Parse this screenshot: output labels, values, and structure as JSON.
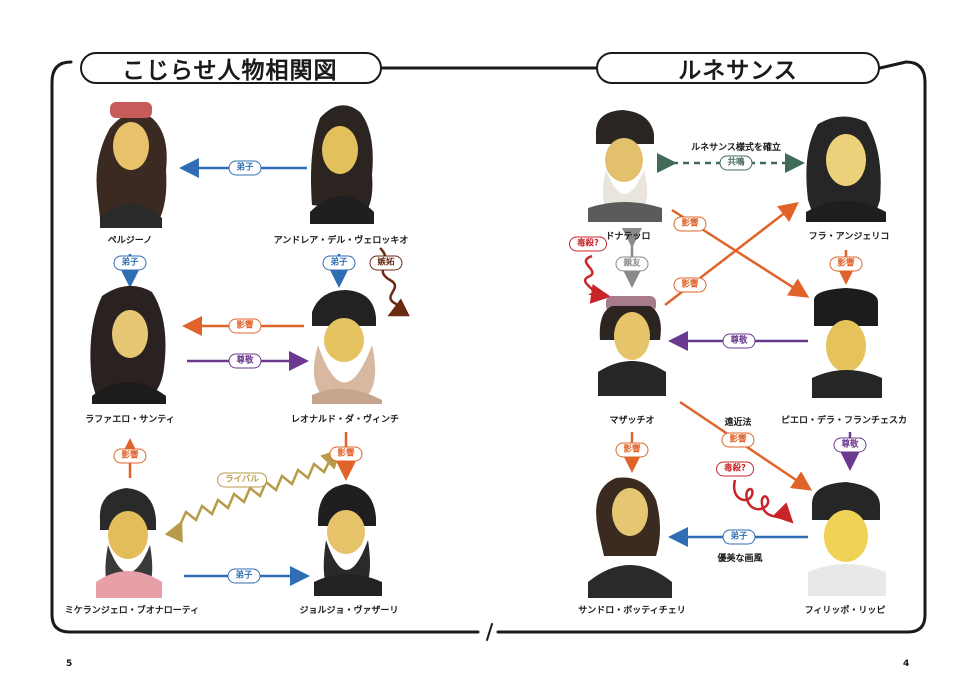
{
  "header": {
    "left_title": "こじらせ人物相関図",
    "right_title": "ルネサンス"
  },
  "people": {
    "perugino": "ペルジーノ",
    "verrocchio": "アンドレア・デル・ヴェロッキオ",
    "raphael": "ラファエロ・サンティ",
    "leonardo": "レオナルド・ダ・ヴィンチ",
    "michelangelo": "ミケランジェロ・ブオナローティ",
    "vasari": "ジョルジョ・ヴァザーリ",
    "donatello": "ドナテッロ",
    "angelico": "フラ・アンジェリコ",
    "masaccio": "マザッチオ",
    "piero": "ピエロ・デラ・フランチェスカ",
    "botticelli": "サンドロ・ボッティチェリ",
    "lippi": "フィリッポ・リッピ"
  },
  "relations": {
    "verrocchio_perugino": "弟子",
    "perugino_raphael": "弟子",
    "verrocchio_leonardo": "弟子",
    "verrocchio_leonardo_jealousy": "嫉妬",
    "leonardo_raphael_influence": "影響",
    "raphael_leonardo_respect": "尊敬",
    "michelangelo_raphael": "影響",
    "leonardo_vasari": "影響",
    "rival": "ライバル",
    "michelangelo_vasari": "弟子",
    "donatello_angelico_sympathy": "共鳴",
    "donatello_angelico_note": "ルネサンス様式を確立",
    "donatello_piero": "影響",
    "masaccio_angelico": "影響",
    "angelico_piero": "影響",
    "poison_1": "毒殺?",
    "friends": "親友",
    "piero_masaccio": "尊敬",
    "perspective_note": "遠近法",
    "masaccio_lippi": "影響",
    "masaccio_botticelli": "影響",
    "piero_lippi": "尊敬",
    "poison_2": "毒殺?",
    "lippi_botticelli": "弟子",
    "lippi_botticelli_note": "優美な画風"
  },
  "page_numbers": {
    "left": "5",
    "right": "4"
  },
  "colors": {
    "blue": "#2f6db5",
    "orange": "#e0642a",
    "purple": "#6b3a8e",
    "green": "#3f6b57",
    "gray": "#8a8a8a",
    "red": "#c8242a",
    "brown": "#6a2a12",
    "gold": "#b89a4b"
  },
  "icons": {
    "logo": "flower-face-icon"
  }
}
